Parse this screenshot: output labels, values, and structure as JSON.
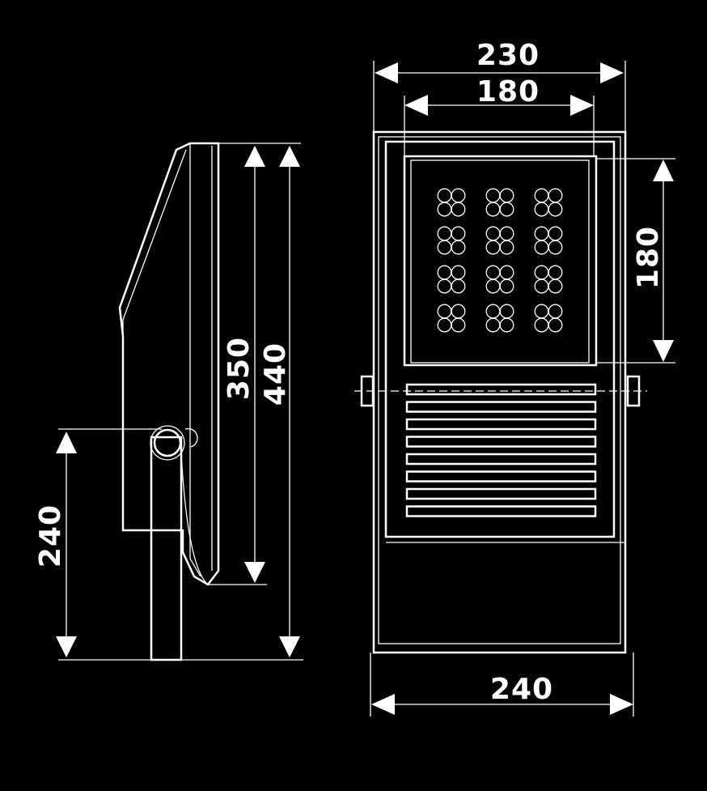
{
  "diagram": {
    "background": "#000000",
    "line_color": "#ffffff",
    "dimensions": {
      "front_outer_width": "230",
      "front_inner_width": "180",
      "front_base_width": "240",
      "front_panel_height": "180",
      "side_body_height": "350",
      "side_total_height": "440",
      "side_mount_height": "240"
    },
    "led_grid": {
      "columns": 3,
      "rows": 4,
      "leds_per_cluster": 4
    },
    "louver_slats": 8
  }
}
